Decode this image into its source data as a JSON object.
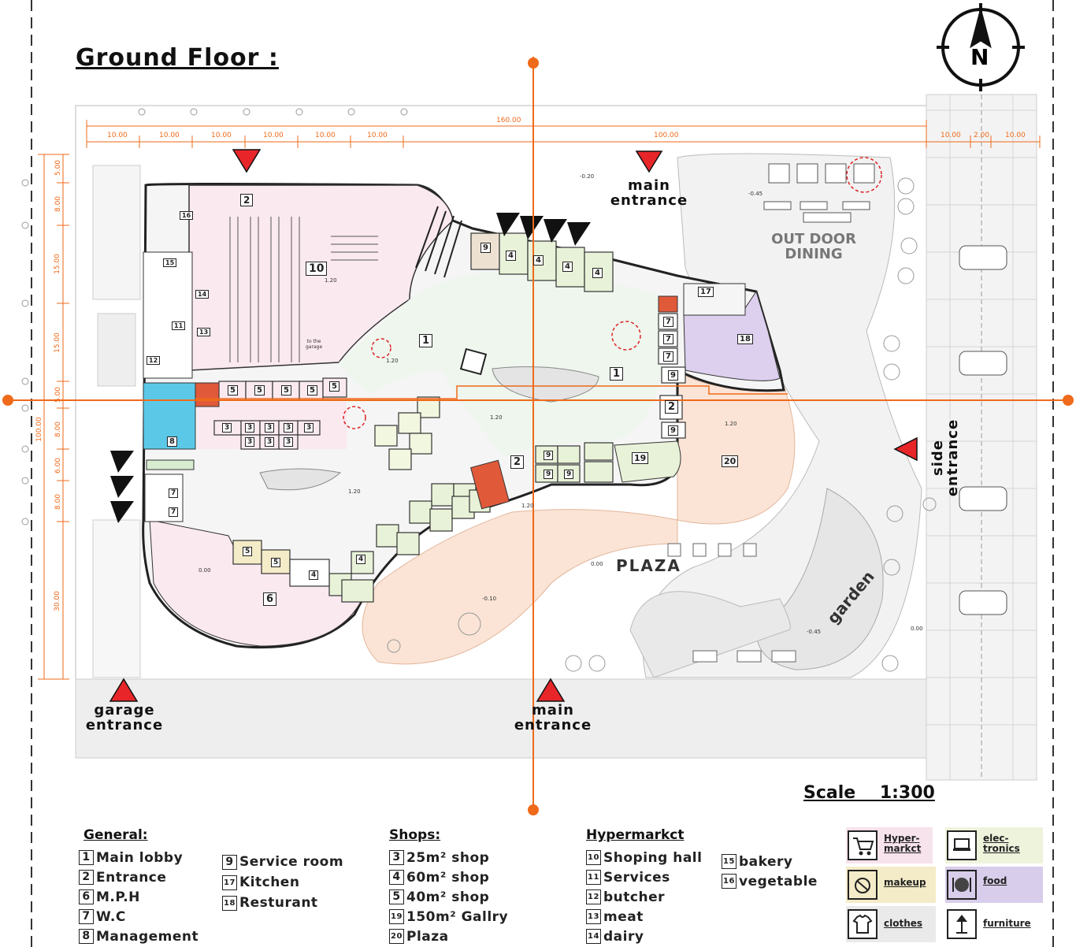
{
  "drawing": {
    "title": "Ground Floor :",
    "scale": "Scale    1:300",
    "north": "N"
  },
  "dimensions": {
    "top_total": "160.00",
    "top_right": "100.00",
    "top_segments": [
      "10.00",
      "10.00",
      "10.00",
      "10.00",
      "10.00",
      "10.00"
    ],
    "top_far_right": [
      "10.00",
      "2.00",
      "10.00"
    ],
    "left_total": "100.00",
    "left_segments": [
      "5.00",
      "8.00",
      "15.00",
      "15.00",
      "5.00",
      "8.00",
      "6.00",
      "8.00",
      "30.00"
    ],
    "levels": [
      "-0.20",
      "-0.45",
      "1.20",
      "1.20",
      "1.20",
      "1.20",
      "1.20",
      "1.20",
      "0.00",
      "0.00",
      "-0.10",
      "-0.45",
      "0.00"
    ]
  },
  "entrances": {
    "main_top": "main\nentrance",
    "side": "side\nentrance",
    "garage": "garage\nentrance",
    "main_bottom": "main\nentrance"
  },
  "areas": {
    "outdoor_dining": "OUT DOOR\nDINING",
    "plaza": "PLAZA",
    "garden": "garden",
    "to_garage": "to the\ngarage"
  },
  "room_numbers": {
    "r2a": "2",
    "r16": "16",
    "r15": "15",
    "r10": "10",
    "r14": "14",
    "r11": "11",
    "r13": "13",
    "r12": "12",
    "r9a": "9",
    "r4a": "4",
    "r4b": "4",
    "r4c": "4",
    "r4d": "4",
    "r17": "17",
    "r18": "18",
    "r7a": "7",
    "r7b": "7",
    "r7c": "7",
    "r9b": "9",
    "r9c": "9",
    "r2b": "2",
    "r1a": "1",
    "r1b": "1",
    "r5a": "5",
    "r5b": "5",
    "r5c": "5",
    "r5d": "5",
    "r5e": "5",
    "r8": "8",
    "r3a": "3",
    "r3b": "3",
    "r3c": "3",
    "r3d": "3",
    "r3e": "3",
    "r3f": "3",
    "r3g": "3",
    "r3h": "3",
    "r7d": "7",
    "r7e": "7",
    "r19": "19",
    "r20": "20",
    "r2c": "2",
    "r6": "6",
    "r9d": "9",
    "r9e": "9",
    "r9f": "9",
    "r5f": "5",
    "r5g": "5",
    "r4e": "4",
    "r4f": "4"
  },
  "legend": {
    "general": {
      "heading": "General:",
      "items": [
        {
          "n": "1",
          "label": "Main lobby"
        },
        {
          "n": "2",
          "label": "Entrance"
        },
        {
          "n": "6",
          "label": "M.P.H"
        },
        {
          "n": "7",
          "label": "W.C"
        },
        {
          "n": "8",
          "label": "Management"
        }
      ],
      "items2": [
        {
          "n": "9",
          "label": "Service room"
        },
        {
          "n": "17",
          "label": "Kitchen"
        },
        {
          "n": "18",
          "label": "Resturant"
        }
      ]
    },
    "shops": {
      "heading": "Shops:",
      "items": [
        {
          "n": "3",
          "label": "25m² shop"
        },
        {
          "n": "4",
          "label": "60m² shop"
        },
        {
          "n": "5",
          "label": "40m² shop"
        },
        {
          "n": "19",
          "label": "150m² Gallry"
        },
        {
          "n": "20",
          "label": "Plaza"
        }
      ]
    },
    "hyper": {
      "heading": "Hypermarkct",
      "items": [
        {
          "n": "10",
          "label": "Shoping hall"
        },
        {
          "n": "11",
          "label": "Services"
        },
        {
          "n": "12",
          "label": "butcher"
        },
        {
          "n": "13",
          "label": "meat"
        },
        {
          "n": "14",
          "label": "dairy"
        }
      ],
      "items2": [
        {
          "n": "15",
          "label": "bakery"
        },
        {
          "n": "16",
          "label": "vegetable"
        }
      ]
    },
    "keys": [
      {
        "icon": "cart-icon",
        "label": "Hyper-\nmarkct",
        "color": "#f7e3ec"
      },
      {
        "icon": "devices-icon",
        "label": "elec-\ntronics",
        "color": "#eef3dc"
      },
      {
        "icon": "makeup-icon",
        "label": "makeup",
        "color": "#f4ecc8"
      },
      {
        "icon": "food-icon",
        "label": "food",
        "color": "#d8cdea"
      },
      {
        "icon": "shirt-icon",
        "label": "clothes",
        "color": "#eaeaea"
      },
      {
        "icon": "furniture-icon",
        "label": "furniture",
        "color": "#ffffff"
      }
    ]
  }
}
